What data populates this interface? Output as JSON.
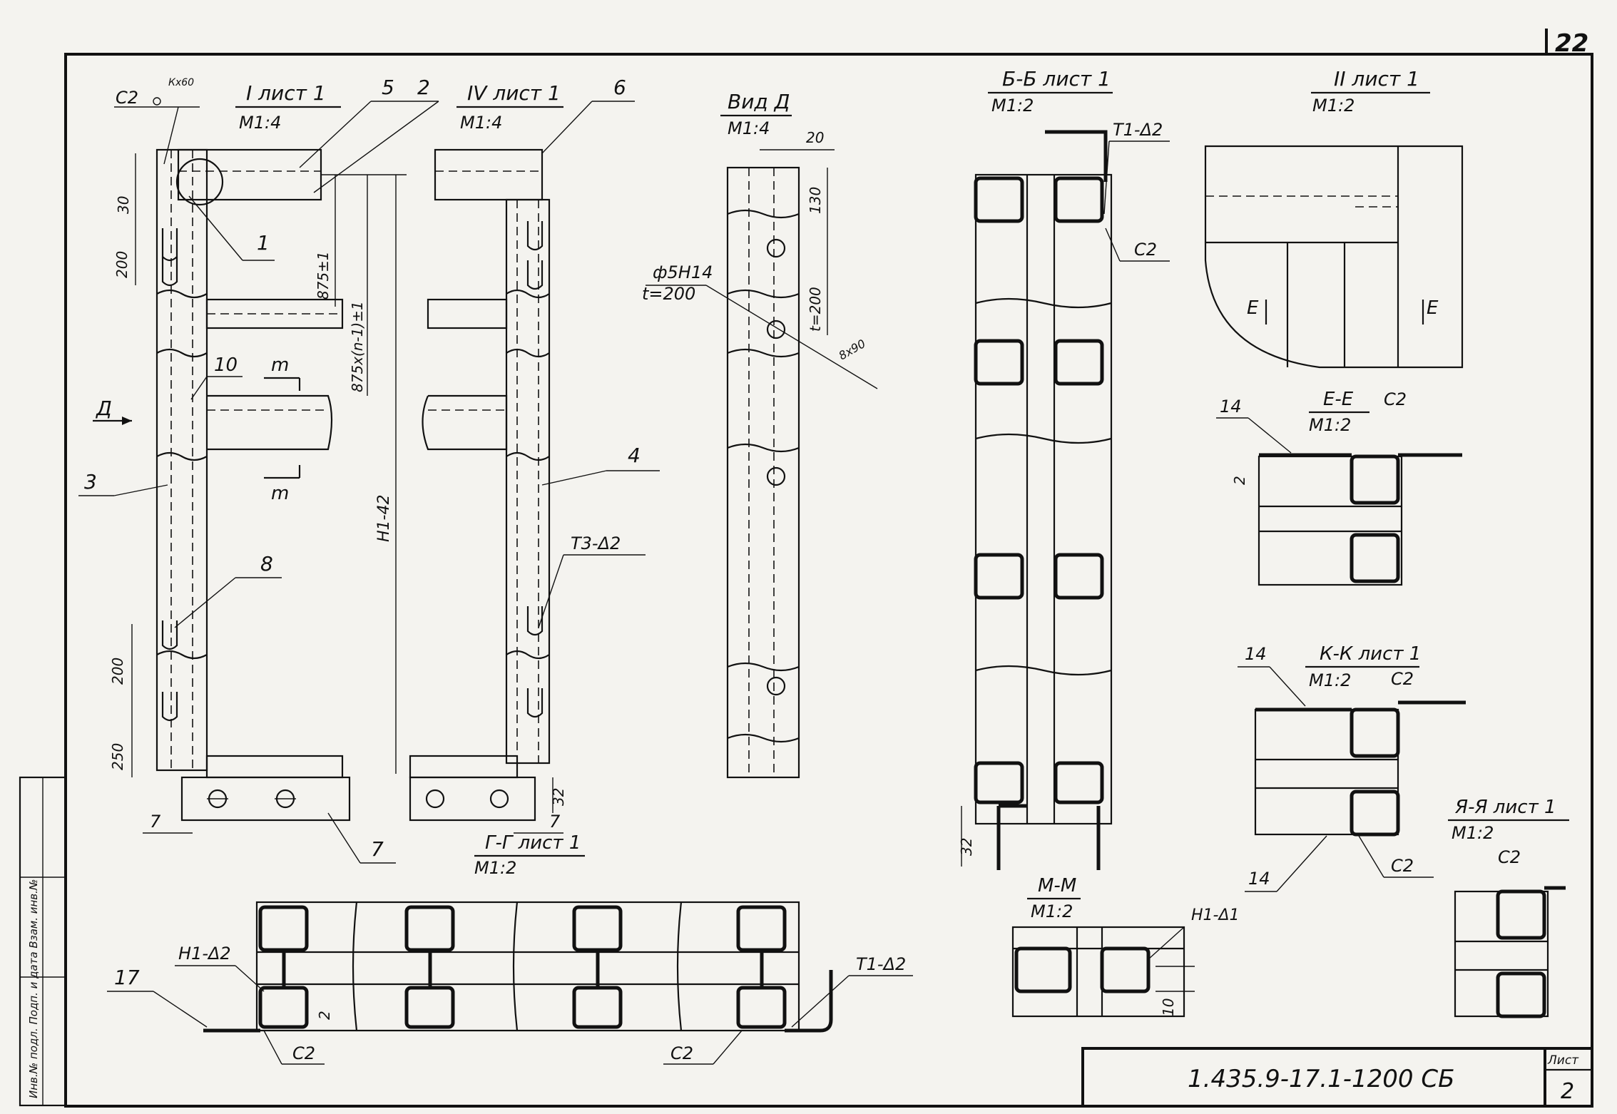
{
  "sheet_number_top": "22",
  "document_code": "1.435.9-17.1-1200 СБ",
  "sheet_label": "Лист",
  "sheet_number": "2",
  "side_stamp": "Инв.№ подл.   Подп. и дата   Взам. инв.№",
  "views": {
    "view1_title": "I лист 1",
    "view1_scale": "М1:4",
    "view4_title": "IV лист 1",
    "view4_scale": "М1:4",
    "viewD_title": "Вид Д",
    "viewD_scale": "М1:4",
    "secBB_title": "Б-Б лист 1",
    "secBB_scale": "М1:2",
    "view2_title": "II лист 1",
    "view2_scale": "М1:2",
    "secEE_title": "Е-Е",
    "secEE_scale": "М1:2",
    "secKK_title": "К-К лист 1",
    "secKK_scale": "М1:2",
    "secYY_title": "Я-Я лист 1",
    "secYY_scale": "М1:2",
    "secGG_title": "Г-Г лист 1",
    "secGG_scale": "М1:2",
    "secMM_title": "М-М",
    "secMM_scale": "М1:2"
  },
  "callouts": {
    "p1": "1",
    "p2": "2",
    "p3": "3",
    "p4": "4",
    "p5": "5",
    "p6": "6",
    "p7": "7",
    "p8": "8",
    "p10": "10",
    "p14a": "14",
    "p14b": "14",
    "p14c": "14",
    "p17": "17",
    "D": "Д",
    "m1": "m",
    "m2": "m",
    "E1": "Е",
    "E2": "Е"
  },
  "welds": {
    "c2_top": "С2",
    "weld_top": "Кх60",
    "t1_bb": "Т1-Δ2",
    "c2_bb": "С2",
    "t3": "Т3-Δ2",
    "c2_ee": "С2",
    "c2_kk1": "С2",
    "c2_kk2": "С2",
    "c2_yy": "С2",
    "h1_bottom": "Н1-Δ2",
    "c2_b1": "С2",
    "c2_b2": "С2",
    "t1_bottom": "Т1-Δ2",
    "h1_mm": "Н1-Δ1"
  },
  "dims": {
    "d30": "30",
    "d200a": "200",
    "d200b": "200",
    "d250": "250",
    "d7a": "7",
    "d7b": "7",
    "d875": "875±1",
    "d875m": "875х(n-1)±1",
    "dH1": "Н1-42",
    "d20": "20",
    "d130": "130",
    "dt200": "t=200",
    "d32": "32",
    "d32b": "32",
    "hole_d": "ф5Н14",
    "hole_t": "t=200",
    "d2a": "2",
    "d2b": "2",
    "d10": "10",
    "d8": "8х90"
  }
}
